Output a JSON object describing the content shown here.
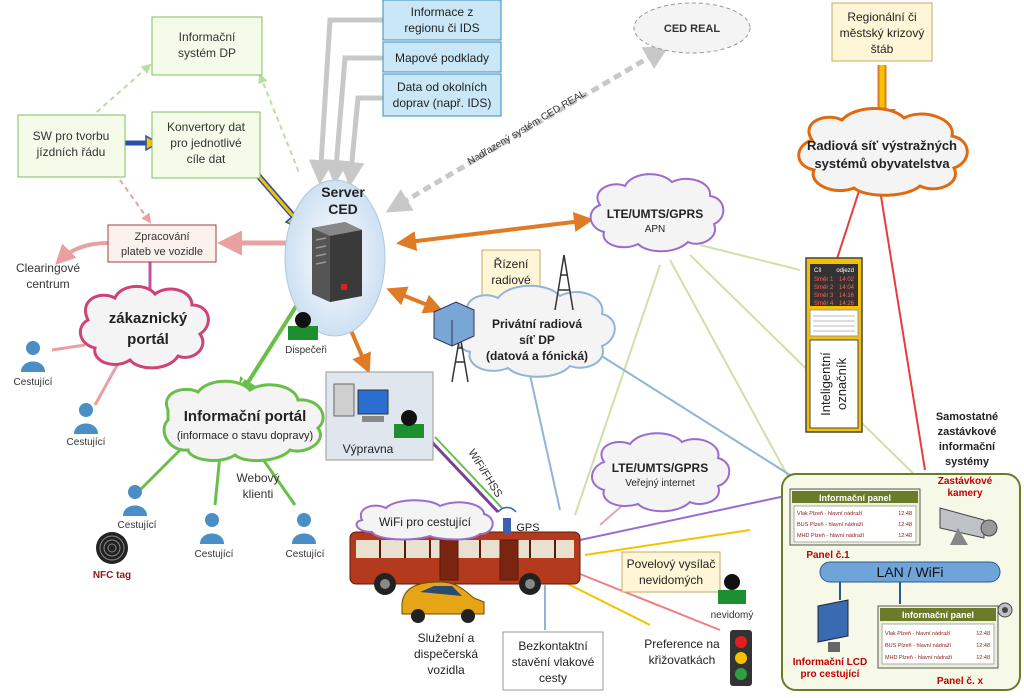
{
  "colors": {
    "green_box_border": "#7fbf5f",
    "green_box_fill": "#f4fbe8",
    "blue_box_fill": "#c9e7f6",
    "blue_box_border": "#3a8bbd",
    "cloud_fill": "#f2f2f2",
    "cloud_border_pink": "#cc4477",
    "cloud_border_green": "#6abf4b",
    "cloud_border_purple": "#9b6ccf",
    "cloud_border_orange": "#e06a10",
    "arrow_orange": "#e07b25",
    "arrow_yellow": "#f5c200",
    "bus_red": "#b33a1d",
    "panel_header": "#6a7b2a"
  },
  "diagram": {
    "info_system_dp": "Informační systém DP",
    "sw_timetable": "SW pro tvorbu jízdních řádu",
    "converters": "Konvertory dat pro jednotlivé cíle dat",
    "payment_processing": "Zpracování plateb ve vozidle",
    "clearing_center": "Clearingové centrum",
    "customer_portal": "zákaznický portál",
    "passenger": "Cestující",
    "info_portal_title": "Informační portál",
    "info_portal_subtitle": "(informace o stavu dopravy)",
    "web_clients": "Webový klienti",
    "nfc_tag": "NFC tag",
    "top_box_1": "Informace z regionu či IDS",
    "top_box_2": "Mapové podklady",
    "top_box_3": "Data od okolních doprav (např. IDS)",
    "server_ced": "Server CED",
    "dispatchers": "Dispečeři",
    "depot": "Výpravna",
    "wifi_fhss": "WiFi/FHSS",
    "ced_real": "CED REAL",
    "parent_system": "Nadřazený systém CED REAL",
    "lte_apn_title": "LTE/UMTS/GPRS",
    "lte_apn_sub": "APN",
    "radio_control": "Řízení radiové sítě",
    "private_radio": "Privátní radiová síť DP (datová a fónická)",
    "lte_public_title": "LTE/UMTS/GPRS",
    "lte_public_sub": "Veřejný internet",
    "wifi_passengers": "WiFi pro cestující",
    "gps": "GPS",
    "service_vehicles": "Služební a dispečerská vozidla",
    "contactless_rail": "Bezkontaktní stavění vlakové cesty",
    "crossing_preference": "Preference na křižovatkách",
    "blind_transmitter": "Povelový vysílač nevidomých",
    "blind_person": "nevidomý",
    "regional_staff": "Regionální či městský krizový štáb",
    "warning_network": "Radiová síť výstražných systémů obyvatelstva",
    "intelligent_sign": "Inteligentní označník",
    "standalone_systems": "Samostatné zastávkové informační systémy",
    "stop_cameras": "Zastávkové kamery",
    "info_panel": "Informační panel",
    "panel_1": "Panel č.1",
    "panel_x": "Panel č. x",
    "lan_wifi": "LAN / WiFi",
    "lcd_passengers": "Informační LCD pro cestující",
    "sign_header_left": "Cíl",
    "sign_header_right": "odjezd",
    "sign_rows": [
      {
        "dest": "Směr 1",
        "time": "14:02"
      },
      {
        "dest": "Směr 2",
        "time": "14:04"
      },
      {
        "dest": "Směr 3",
        "time": "14:16"
      },
      {
        "dest": "Směr 4",
        "time": "14:26"
      }
    ],
    "panel_rows": [
      {
        "line": "Vlak Plzeň - hlavní nádraží",
        "time": "12:48"
      },
      {
        "line": "BUS Plzeň - hlavní nádraží",
        "time": "12:48"
      },
      {
        "line": "MHD Plzeň - hlavní nádraží",
        "time": "12:48"
      }
    ]
  }
}
